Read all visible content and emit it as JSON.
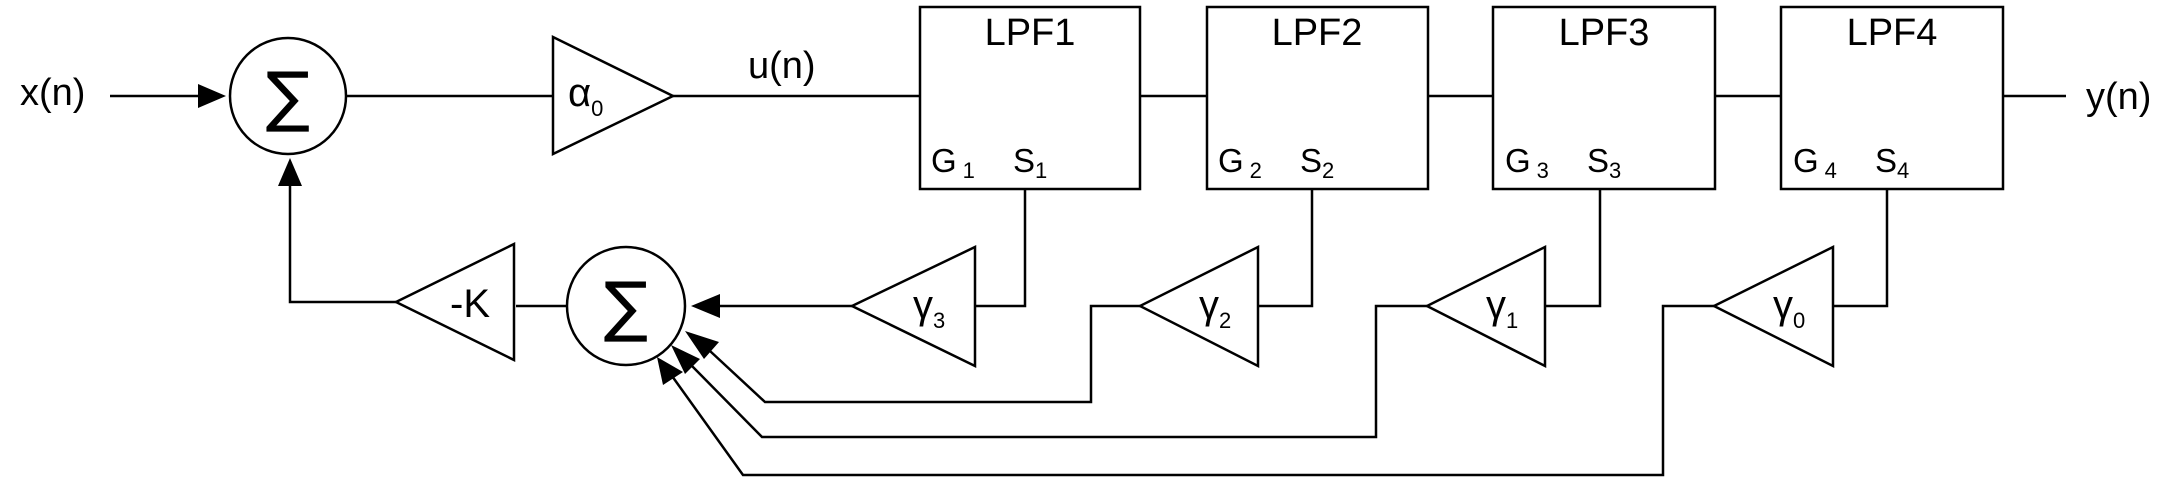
{
  "diagram": {
    "input_label": "x(n)",
    "output_label": "y(n)",
    "signal_label": "u(n)",
    "summer_symbol": "∑",
    "input_gain": {
      "symbol": "α",
      "subscript": "0"
    },
    "feedback_gain": "-K",
    "filters": [
      {
        "title": "LPF1",
        "g_label": "G",
        "g_sub": "1",
        "s_label": "S",
        "s_sub": "1"
      },
      {
        "title": "LPF2",
        "g_label": "G",
        "g_sub": "2",
        "s_label": "S",
        "s_sub": "2"
      },
      {
        "title": "LPF3",
        "g_label": "G",
        "g_sub": "3",
        "s_label": "S",
        "s_sub": "3"
      },
      {
        "title": "LPF4",
        "g_label": "G",
        "g_sub": "4",
        "s_label": "S",
        "s_sub": "4"
      }
    ],
    "tap_gains": [
      {
        "symbol": "γ",
        "subscript": "3"
      },
      {
        "symbol": "γ",
        "subscript": "2"
      },
      {
        "symbol": "γ",
        "subscript": "1"
      },
      {
        "symbol": "γ",
        "subscript": "0"
      }
    ]
  }
}
